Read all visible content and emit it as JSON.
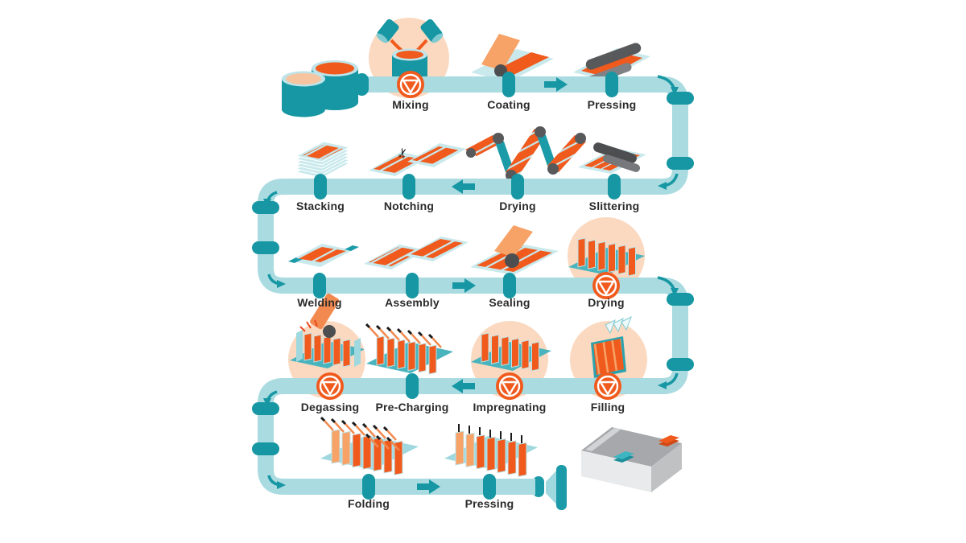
{
  "diagram": {
    "subject": "Battery cell manufacturing process flow",
    "flow_shape": "serpentine pipe, 5 rows, ends at battery pack",
    "rows": [
      {
        "row": 1,
        "direction": "right",
        "steps_in_flow_order": [
          "Mixing",
          "Coating",
          "Pressing"
        ]
      },
      {
        "row": 2,
        "direction": "left",
        "steps_in_flow_order": [
          "Slittering",
          "Drying",
          "Notching",
          "Stacking"
        ]
      },
      {
        "row": 3,
        "direction": "right",
        "steps_in_flow_order": [
          "Welding",
          "Assembly",
          "Sealing",
          "Drying"
        ]
      },
      {
        "row": 4,
        "direction": "left",
        "steps_in_flow_order": [
          "Filling",
          "Impregnating",
          "Pre-Charging",
          "Degassing"
        ]
      },
      {
        "row": 5,
        "direction": "right",
        "steps_in_flow_order": [
          "Folding",
          "Pressing"
        ]
      }
    ]
  },
  "steps": {
    "mixing": "Mixing",
    "coating": "Coating",
    "pressing1": "Pressing",
    "stacking": "Stacking",
    "notching": "Notching",
    "drying1": "Drying",
    "slittering": "Slittering",
    "welding": "Welding",
    "assembly": "Assembly",
    "sealing": "Sealing",
    "drying2": "Drying",
    "degassing": "Degassing",
    "precharging": "Pre-Charging",
    "impregnating": "Impregnating",
    "filling": "Filling",
    "folding": "Folding",
    "pressing2": "Pressing"
  },
  "stations": {
    "pump_marker_steps": [
      "Mixing",
      "Drying (row 3)",
      "Degassing",
      "Impregnating",
      "Filling"
    ],
    "highlight_circle_steps": [
      "Mixing",
      "Drying (row 3)",
      "Degassing",
      "Impregnating",
      "Filling"
    ],
    "pill_marker_steps": [
      "Coating",
      "Pressing",
      "Stacking",
      "Notching",
      "Drying (row 2)",
      "Slittering",
      "Welding",
      "Assembly",
      "Sealing",
      "Pre-Charging",
      "Folding",
      "Pressing (row 5)"
    ]
  },
  "icons": {
    "start": "raw-material-tanks-icon",
    "mixing": "mixer-pouring-cylinders-icon",
    "coating": "coated-foil-roll-icon",
    "pressing1": "calender-rollers-icon",
    "stacking": "sheet-stack-icon",
    "notching": "scissors-cut-sheets-icon",
    "drying1": "zigzag-web-dryer-icon",
    "slittering": "slitter-rollers-icon",
    "welding": "electrode-sheet-icon",
    "assembly": "two-electrode-sheets-icon",
    "sealing": "sealing-roll-icon",
    "drying2": "cell-rack-icon",
    "degassing": "rack-with-suction-nozzle-icon",
    "precharging": "rack-with-contact-pins-icon",
    "impregnating": "cell-rack-icon",
    "filling": "cell-with-pour-arrows-icon",
    "folding": "rack-with-pins-icon",
    "pressing2": "pressed-rack-icon",
    "pipe_markers": [
      "pump-valve-icon",
      "station-pill-icon",
      "coupling-sleeve-icon",
      "corner-curve-arrow-icon",
      "flow-arrow-icon"
    ],
    "outlet": "funnel-outlet-icon",
    "end_product": "battery-pack-icon"
  },
  "end_product": {
    "name": "Finished battery pack",
    "terminal_colors": [
      "teal",
      "orange"
    ]
  },
  "colors": {
    "background": "#ffffff",
    "pipe": "#a9dbe0",
    "dark_teal": "#1697a3",
    "mid_teal": "#49b4be",
    "light_teal_sheet": "#c9e9ec",
    "orange": "#f05a1d",
    "peach_roll": "#f7a266",
    "highlight_circle": "#fbd9c0",
    "roller_gray": "#58595b",
    "battery_gray": "#c0c1c3",
    "label_text": "#2b2b2b"
  }
}
